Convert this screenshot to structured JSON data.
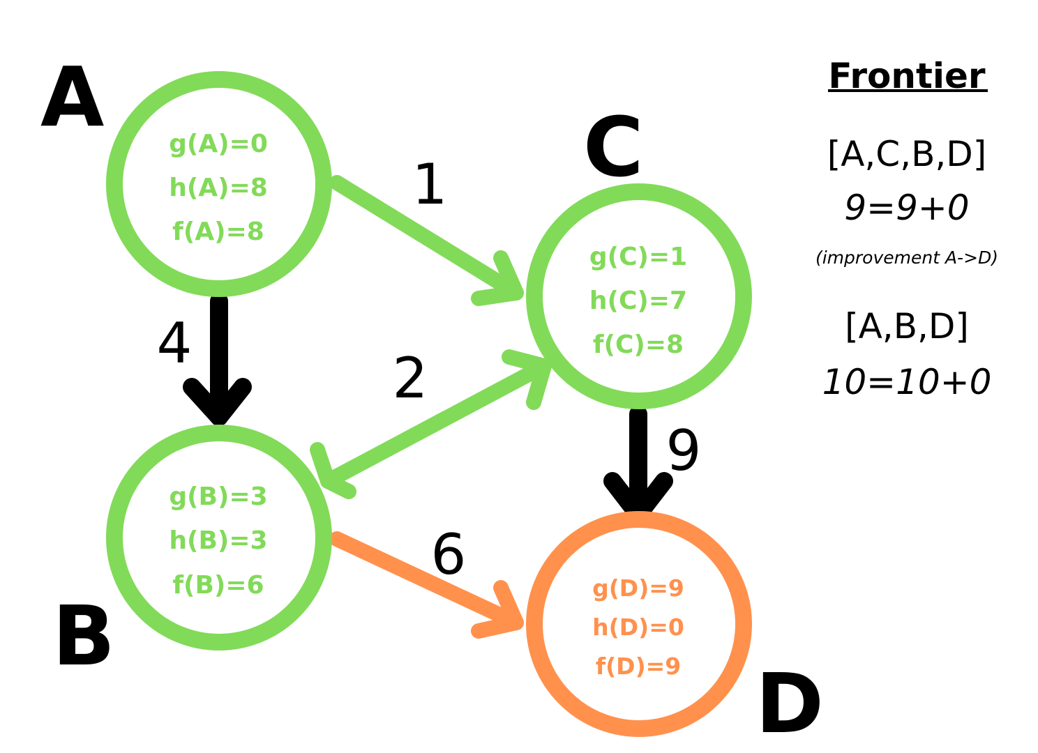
{
  "colors": {
    "green": "#82DA59",
    "orange": "#FF914D",
    "black": "#000000"
  },
  "nodes": {
    "A": {
      "label": "A",
      "g": "g(A)=0",
      "h": "h(A)=8",
      "f": "f(A)=8"
    },
    "B": {
      "label": "B",
      "g": "g(B)=3",
      "h": "h(B)=3",
      "f": "f(B)=6"
    },
    "C": {
      "label": "C",
      "g": "g(C)=1",
      "h": "h(C)=7",
      "f": "f(C)=8"
    },
    "D": {
      "label": "D",
      "g": "g(D)=9",
      "h": "h(D)=0",
      "f": "f(D)=9"
    }
  },
  "edges": {
    "A_C": "1",
    "A_B": "4",
    "B_C": "2",
    "C_D": "9",
    "B_D": "6"
  },
  "frontier": {
    "title": "Frontier",
    "entries": [
      {
        "list": "[A,C,B,D]",
        "equation": "9=9+0",
        "note": "(improvement A->D)"
      },
      {
        "list": "[A,B,D]",
        "equation": "10=10+0"
      }
    ]
  }
}
